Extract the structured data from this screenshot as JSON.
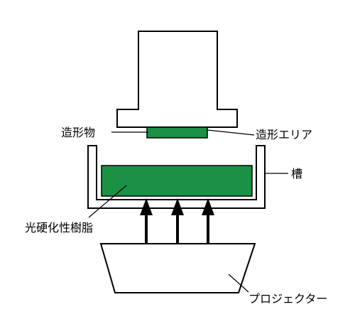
{
  "labels": {
    "build_object": "造形物",
    "build_area": "造形エリア",
    "vat": "槽",
    "photocurable_resin": "光硬化性樹脂",
    "projector": "プロジェクター"
  },
  "colors": {
    "resin": "#1a9145",
    "outline": "#000000",
    "background": "#ffffff"
  },
  "projection_arrow_count": 3
}
